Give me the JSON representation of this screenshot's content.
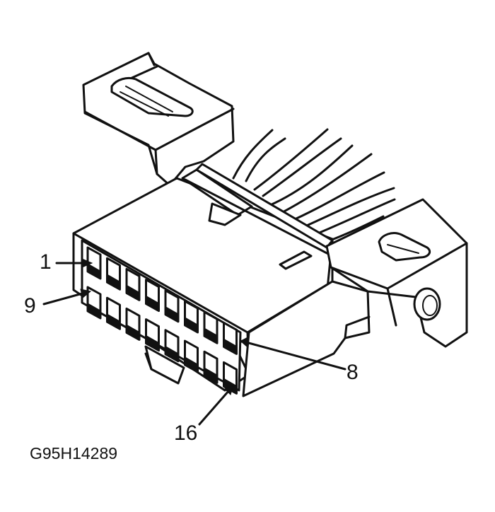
{
  "labels": {
    "pin_1": "1",
    "pin_9": "9",
    "pin_8": "8",
    "pin_16": "16"
  },
  "figure_code": "G95H14289",
  "colors": {
    "ink": "#111111",
    "background": "#ffffff"
  }
}
